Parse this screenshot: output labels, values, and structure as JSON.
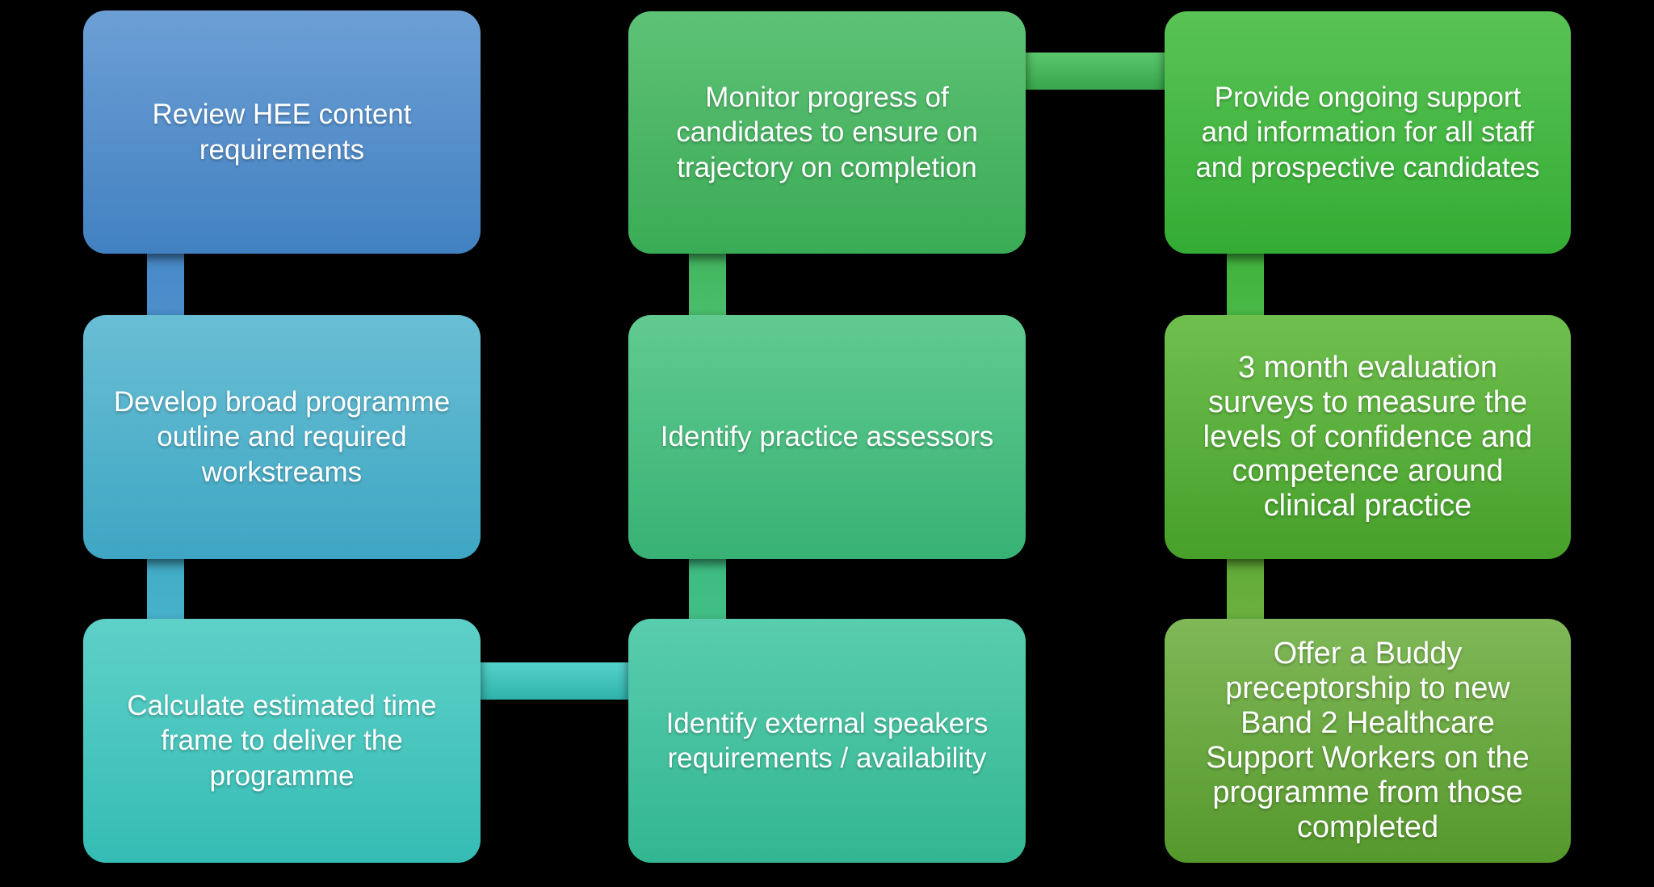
{
  "canvas": {
    "background": "#000000",
    "text_color": "#FFFFFF"
  },
  "boxes": [
    {
      "name": "review-hee-content",
      "text": "Review HEE content\nrequirements",
      "color_top": "#6C9FD5",
      "color_bottom": "#4281C1"
    },
    {
      "name": "develop-programme-outline",
      "text": "Develop broad programme\noutline and required\nworkstreams",
      "color_top": "#69BED4",
      "color_bottom": "#3EA6C3"
    },
    {
      "name": "calculate-time-frame",
      "text": "Calculate estimated time\nframe to deliver the\nprogramme",
      "color_top": "#5ED0C8",
      "color_bottom": "#35BCB4"
    },
    {
      "name": "monitor-progress",
      "text": "Monitor progress of\ncandidates to ensure on\ntrajectory on completion",
      "color_top": "#5EC276",
      "color_bottom": "#3AAB55"
    },
    {
      "name": "identify-practice-assessors",
      "text": "Identify practice assessors",
      "color_top": "#61CA90",
      "color_bottom": "#38B274"
    },
    {
      "name": "identify-external-speakers",
      "text": "Identify external speakers\nrequirements / availability",
      "color_top": "#59CDAD",
      "color_bottom": "#32B691"
    },
    {
      "name": "provide-ongoing-support",
      "text": "Provide ongoing support\nand information for all staff\nand prospective candidates",
      "color_top": "#59C354",
      "color_bottom": "#34AC34"
    },
    {
      "name": "three-month-evaluation",
      "text": "3 month evaluation\nsurveys to measure the\nlevels of confidence and\ncompetence around\nclinical practice",
      "color_top": "#6FBF4F",
      "color_bottom": "#46A02A"
    },
    {
      "name": "offer-buddy-preceptorship",
      "text": "Offer a Buddy\npreceptorship to new\nBand 2 Healthcare\nSupport Workers on the\nprogramme from those\ncompleted",
      "color_top": "#80B857",
      "color_bottom": "#55982C"
    }
  ],
  "connectors": [
    {
      "name": "col1-connector-1-2",
      "from": "review-hee-content",
      "to": "develop-programme-outline",
      "orientation": "vertical",
      "color_top": "#4889C7",
      "color_bottom": "#4C90CC"
    },
    {
      "name": "col1-connector-2-3",
      "from": "develop-programme-outline",
      "to": "calculate-time-frame",
      "orientation": "vertical",
      "color_top": "#41A9C6",
      "color_bottom": "#48B4CC"
    },
    {
      "name": "bottom-connector-col1-col2",
      "from": "calculate-time-frame",
      "to": "identify-external-speakers",
      "orientation": "horizontal",
      "color_top": "#55D2CA",
      "color_bottom": "#2FB2AA"
    },
    {
      "name": "col2-connector-3-2",
      "from": "identify-external-speakers",
      "to": "identify-practice-assessors",
      "orientation": "vertical",
      "color_top": "#3CB97D",
      "color_bottom": "#42C187"
    },
    {
      "name": "col2-connector-2-1",
      "from": "identify-practice-assessors",
      "to": "monitor-progress",
      "orientation": "vertical",
      "color_top": "#41B25C",
      "color_bottom": "#4BC06C"
    },
    {
      "name": "top-connector-col2-col3",
      "from": "monitor-progress",
      "to": "provide-ongoing-support",
      "orientation": "horizontal",
      "color_top": "#5AC76D",
      "color_bottom": "#37A54B"
    },
    {
      "name": "col3-connector-1-2",
      "from": "provide-ongoing-support",
      "to": "three-month-evaluation",
      "orientation": "vertical",
      "color_top": "#3DAF3B",
      "color_bottom": "#4CBB47"
    },
    {
      "name": "col3-connector-2-3",
      "from": "three-month-evaluation",
      "to": "offer-buddy-preceptorship",
      "orientation": "vertical",
      "color_top": "#5FA935",
      "color_bottom": "#6DB241"
    }
  ]
}
